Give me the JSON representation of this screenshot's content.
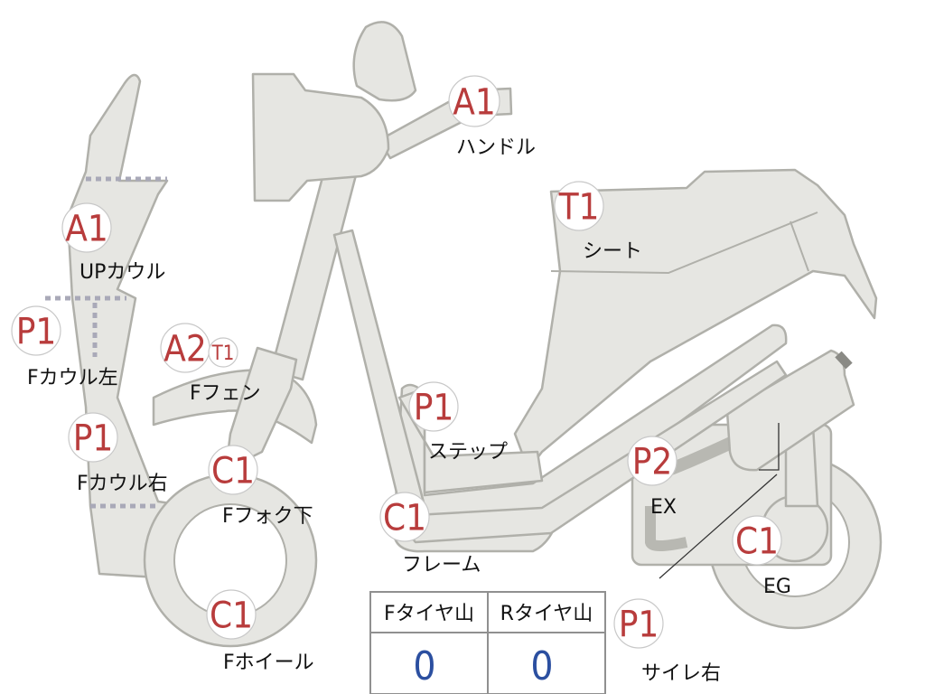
{
  "markers": [
    {
      "id": "handle",
      "code": "A1",
      "label": "ハンドル"
    },
    {
      "id": "up-cowl",
      "code": "A1",
      "label": "UPカウル"
    },
    {
      "id": "seat",
      "code": "T1",
      "label": "シート"
    },
    {
      "id": "f-cowl-left",
      "code": "P1",
      "label": "Fカウル左"
    },
    {
      "id": "f-fender",
      "code": "A2",
      "sub_code": "T1",
      "label": "Fフェン"
    },
    {
      "id": "f-cowl-right",
      "code": "P1",
      "label": "Fカウル右"
    },
    {
      "id": "step",
      "code": "P1",
      "label": "ステップ"
    },
    {
      "id": "f-fork-lower",
      "code": "C1",
      "label": "Fフォク下"
    },
    {
      "id": "exhaust",
      "code": "P2",
      "label": "EX"
    },
    {
      "id": "frame",
      "code": "C1",
      "label": "フレーム"
    },
    {
      "id": "engine",
      "code": "C1",
      "label": "EG"
    },
    {
      "id": "f-wheel",
      "code": "C1",
      "label": "Fホイール"
    },
    {
      "id": "silencer-right",
      "code": "P1",
      "label": "サイレ右"
    }
  ],
  "tire_table": {
    "headers": [
      "Fタイヤ山",
      "Rタイヤ山"
    ],
    "values": [
      "0",
      "0"
    ]
  },
  "colors": {
    "part_fill": "#e6e6e2",
    "part_stroke": "#b0b0aa",
    "code_text": "#b83c3c",
    "table_value": "#2b4fa0"
  }
}
